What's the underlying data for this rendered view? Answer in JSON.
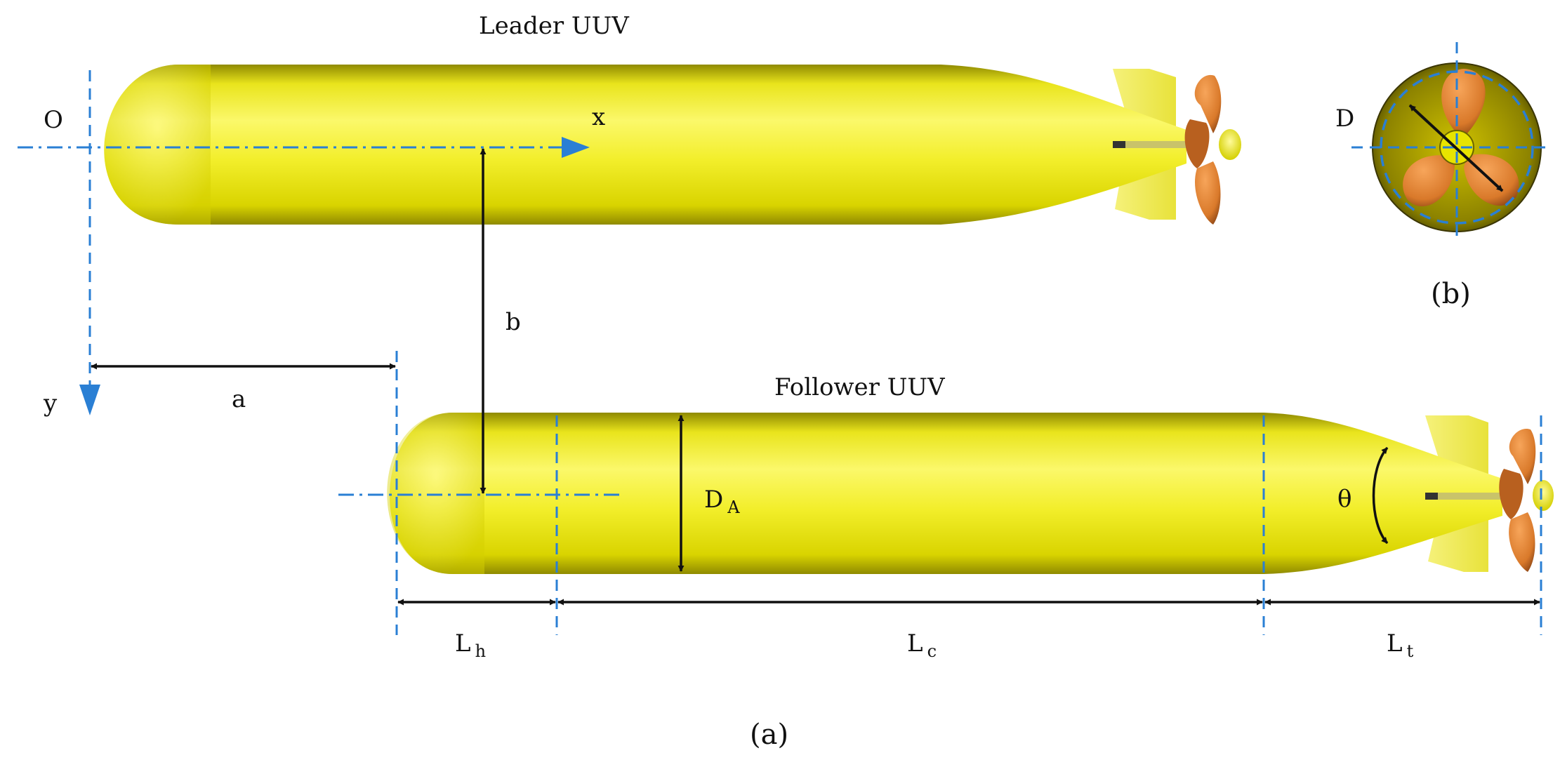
{
  "labels": {
    "leader": "Leader UUV",
    "follower": "Follower UUV",
    "origin": "O",
    "x_axis": "x",
    "y_axis": "y",
    "a": "a",
    "b": "b",
    "D": "D",
    "DA_main": "D",
    "DA_sub": "A",
    "theta": "θ",
    "Lh_main": "L",
    "Lh_sub": "h",
    "Lc_main": "L",
    "Lc_sub": "c",
    "Lt_main": "L",
    "Lt_sub": "t",
    "panel_a": "(a)",
    "panel_b": "(b)"
  },
  "colors": {
    "hull": "#f2ee2a",
    "hull_shadow": "#a9a400",
    "propeller": "#d9792a",
    "propeller_dark": "#8a4414",
    "axis_blue": "#2a7fd4",
    "dimension": "#111111"
  }
}
